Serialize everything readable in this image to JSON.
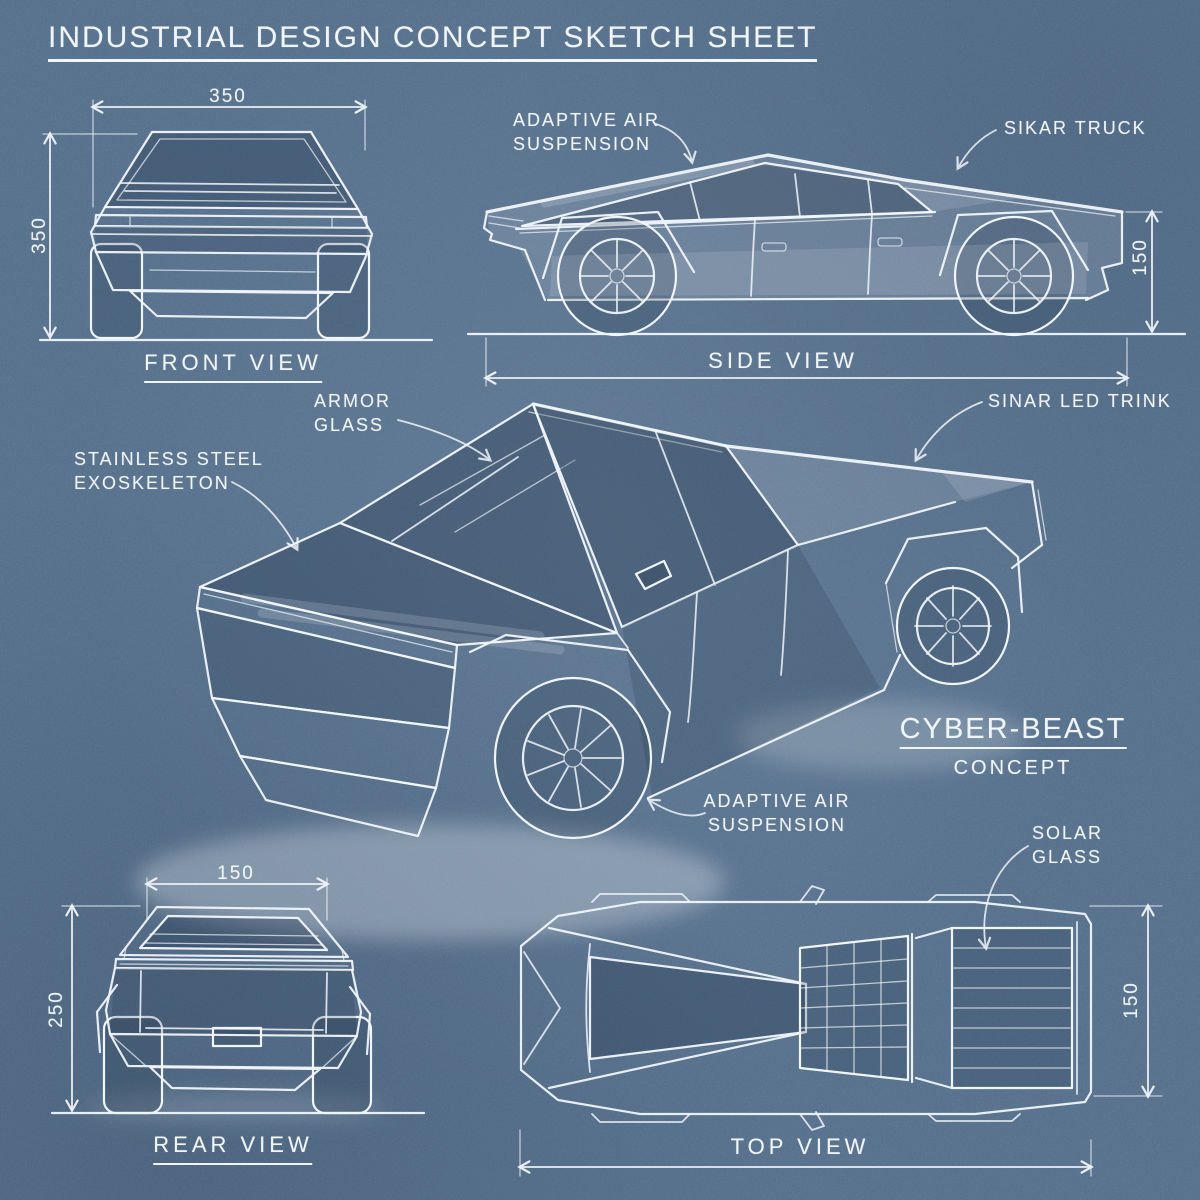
{
  "title": "INDUSTRIAL DESIGN CONCEPT SKETCH SHEET",
  "front_view": {
    "label": "FRONT VIEW",
    "width_dim": "350",
    "height_dim": "350"
  },
  "side_view": {
    "label": "SIDE VIEW",
    "height_dim": "150",
    "callout_suspension_1": "ADAPTIVE AIR",
    "callout_suspension_2": "SUSPENSION",
    "callout_truck": "SIKAR TRUCK"
  },
  "main_view": {
    "name": "CYBER-BEAST",
    "name_sub": "CONCEPT",
    "callout_armor_1": "ARMOR",
    "callout_armor_2": "GLASS",
    "callout_steel_1": "STAINLESS STEEL",
    "callout_steel_2": "EXOSKELETON",
    "callout_led": "SINAR LED TRINK",
    "callout_suspension_1": "ADAPTIVE AIR",
    "callout_suspension_2": "SUSPENSION",
    "callout_solar_1": "SOLAR",
    "callout_solar_2": "GLASS"
  },
  "rear_view": {
    "label": "REAR VIEW",
    "width_dim": "150",
    "height_dim": "250"
  },
  "top_view": {
    "label": "TOP VIEW",
    "height_dim": "150"
  },
  "colors": {
    "paper": "#55708D",
    "ink": "#F0F5FA"
  }
}
